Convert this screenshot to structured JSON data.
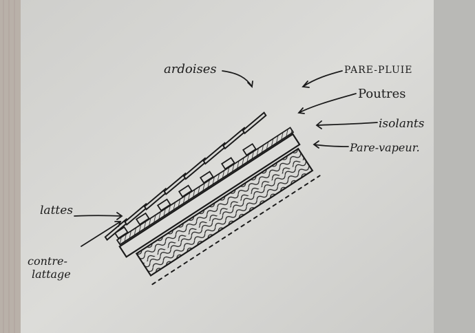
{
  "diagram": {
    "labels": {
      "ardoises": "ardoises",
      "pare_pluie": "PARE-PLUIE",
      "poutres": "Poutres",
      "isolants": "isolants",
      "pare_vapeur": "Pare-vapeur.",
      "lattes": "lattes",
      "contre_lattage_line1": "contre-",
      "contre_lattage_line2": "lattage"
    }
  },
  "colors": {
    "paper": "#d9d9d6",
    "ink": "#1b1b1b",
    "background": "#8f8f8f"
  }
}
